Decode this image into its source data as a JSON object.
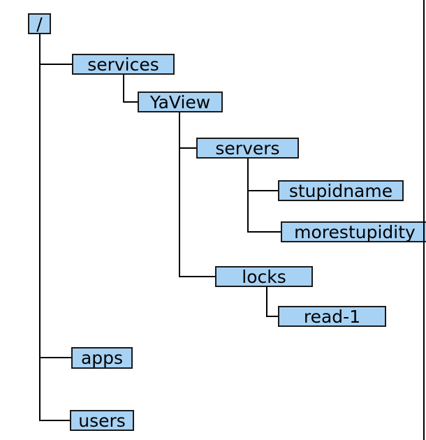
{
  "diagram": {
    "type": "tree",
    "nodes": {
      "root": {
        "label": "/"
      },
      "services": {
        "label": "services"
      },
      "yaview": {
        "label": "YaView"
      },
      "servers": {
        "label": "servers"
      },
      "stupidname": {
        "label": "stupidname"
      },
      "morestupidity": {
        "label": "morestupidity"
      },
      "locks": {
        "label": "locks"
      },
      "read1": {
        "label": "read-1"
      },
      "apps": {
        "label": "apps"
      },
      "users": {
        "label": "users"
      }
    },
    "edges": [
      {
        "from": "/",
        "to": "services"
      },
      {
        "from": "services",
        "to": "YaView"
      },
      {
        "from": "YaView",
        "to": "servers"
      },
      {
        "from": "servers",
        "to": "stupidname"
      },
      {
        "from": "servers",
        "to": "morestupidity"
      },
      {
        "from": "YaView",
        "to": "locks"
      },
      {
        "from": "locks",
        "to": "read-1"
      },
      {
        "from": "/",
        "to": "apps"
      },
      {
        "from": "/",
        "to": "users"
      }
    ],
    "colors": {
      "node_fill": "#a7d2f4",
      "node_border": "#1a1a1a",
      "connector": "#000000",
      "background": "#ffffff"
    }
  }
}
